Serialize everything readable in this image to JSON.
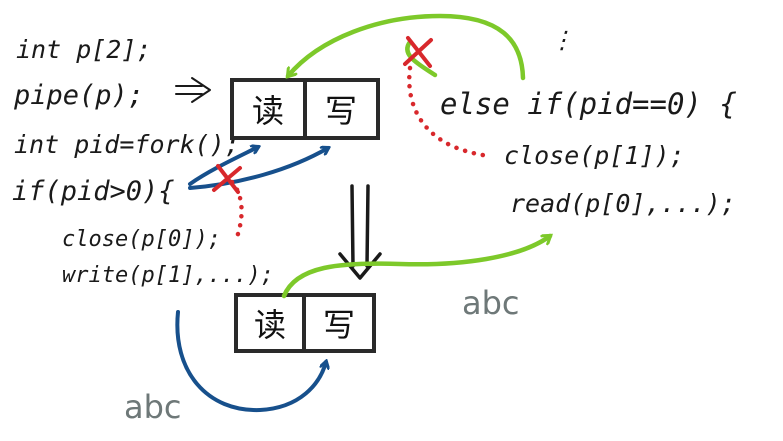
{
  "parent_code": {
    "line1": "int p[2];",
    "line2": "pipe(p);",
    "line3": "int pid=fork();",
    "line4": "if(pid>0){",
    "line5": "close(p[0]);",
    "line6": "write(p[1],...);"
  },
  "child_code": {
    "ellipsis": "⋮",
    "line1": "else if(pid==0) {",
    "line2": "close(p[1]);",
    "line3": "read(p[0],...);"
  },
  "pipe_top": {
    "read_label": "读",
    "write_label": "写"
  },
  "pipe_bottom": {
    "read_label": "读",
    "write_label": "写"
  },
  "annotations": {
    "abc_right": "abc",
    "abc_bottom": "abc"
  },
  "colors": {
    "ink": "#1a1a1a",
    "blue": "#17508c",
    "green": "#7dc92a",
    "red": "#d8282c",
    "abc": "#6e7878"
  }
}
